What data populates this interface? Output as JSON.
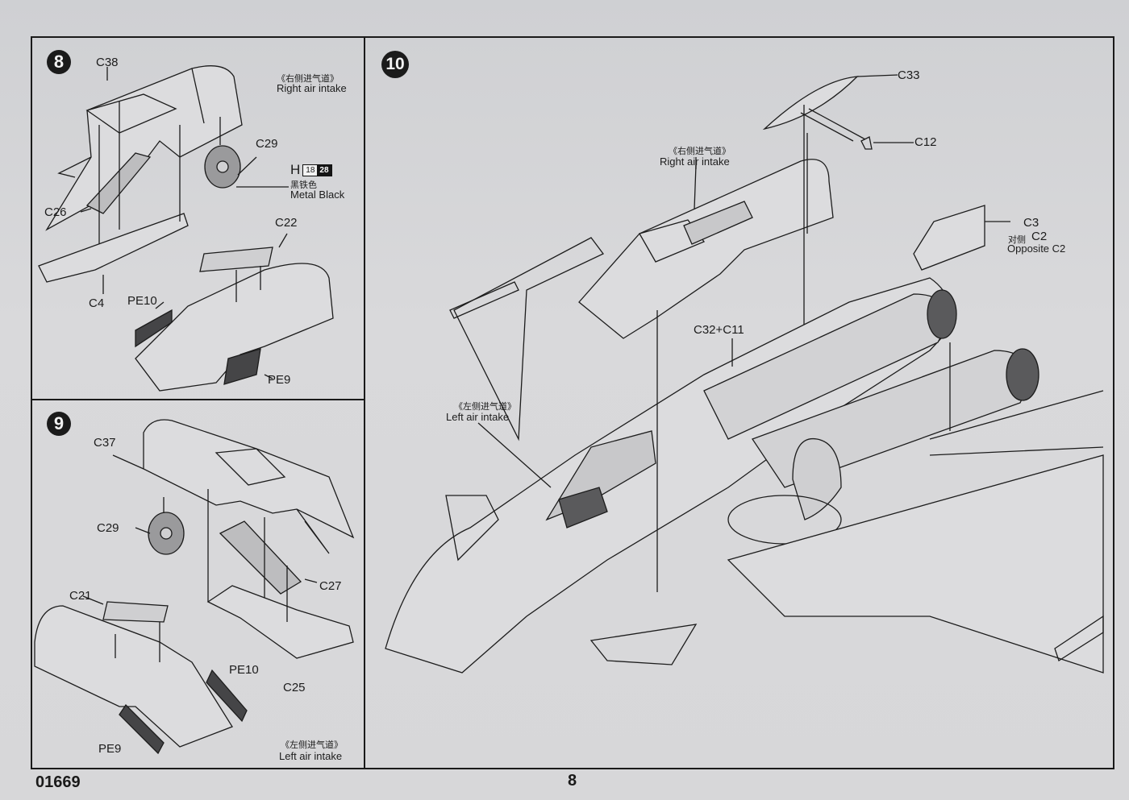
{
  "document": {
    "product_code": "01669",
    "page_number": "8"
  },
  "steps": [
    {
      "number": "8",
      "title_cn": "《右侧进气道》",
      "title_en": "Right air intake",
      "parts": [
        "C38",
        "C29",
        "C26",
        "C22",
        "C4",
        "PE10",
        "PE9"
      ],
      "paint": {
        "prefix": "H",
        "codes": [
          "18",
          "28"
        ],
        "name_cn": "黑铁色",
        "name_en": "Metal  Black"
      }
    },
    {
      "number": "9",
      "title_cn": "《左侧进气道》",
      "title_en": "Left air intake",
      "parts": [
        "C37",
        "C29",
        "C27",
        "C21",
        "C25",
        "PE10",
        "PE9"
      ]
    },
    {
      "number": "10",
      "callouts": [
        {
          "cn": "《右侧进气道》",
          "en": "Right air intake"
        },
        {
          "cn": "《左侧进气道》",
          "en": "Left air intake"
        }
      ],
      "parts": [
        "C33",
        "C12",
        "C3",
        "C32+C11"
      ],
      "opposite_note": {
        "cn": "对侧",
        "part": "C2",
        "en": "Opposite C2"
      }
    }
  ],
  "colors": {
    "paper": "#d6d6d8",
    "ink": "#1a1a1a",
    "step_badge": "#1b1b1b"
  }
}
